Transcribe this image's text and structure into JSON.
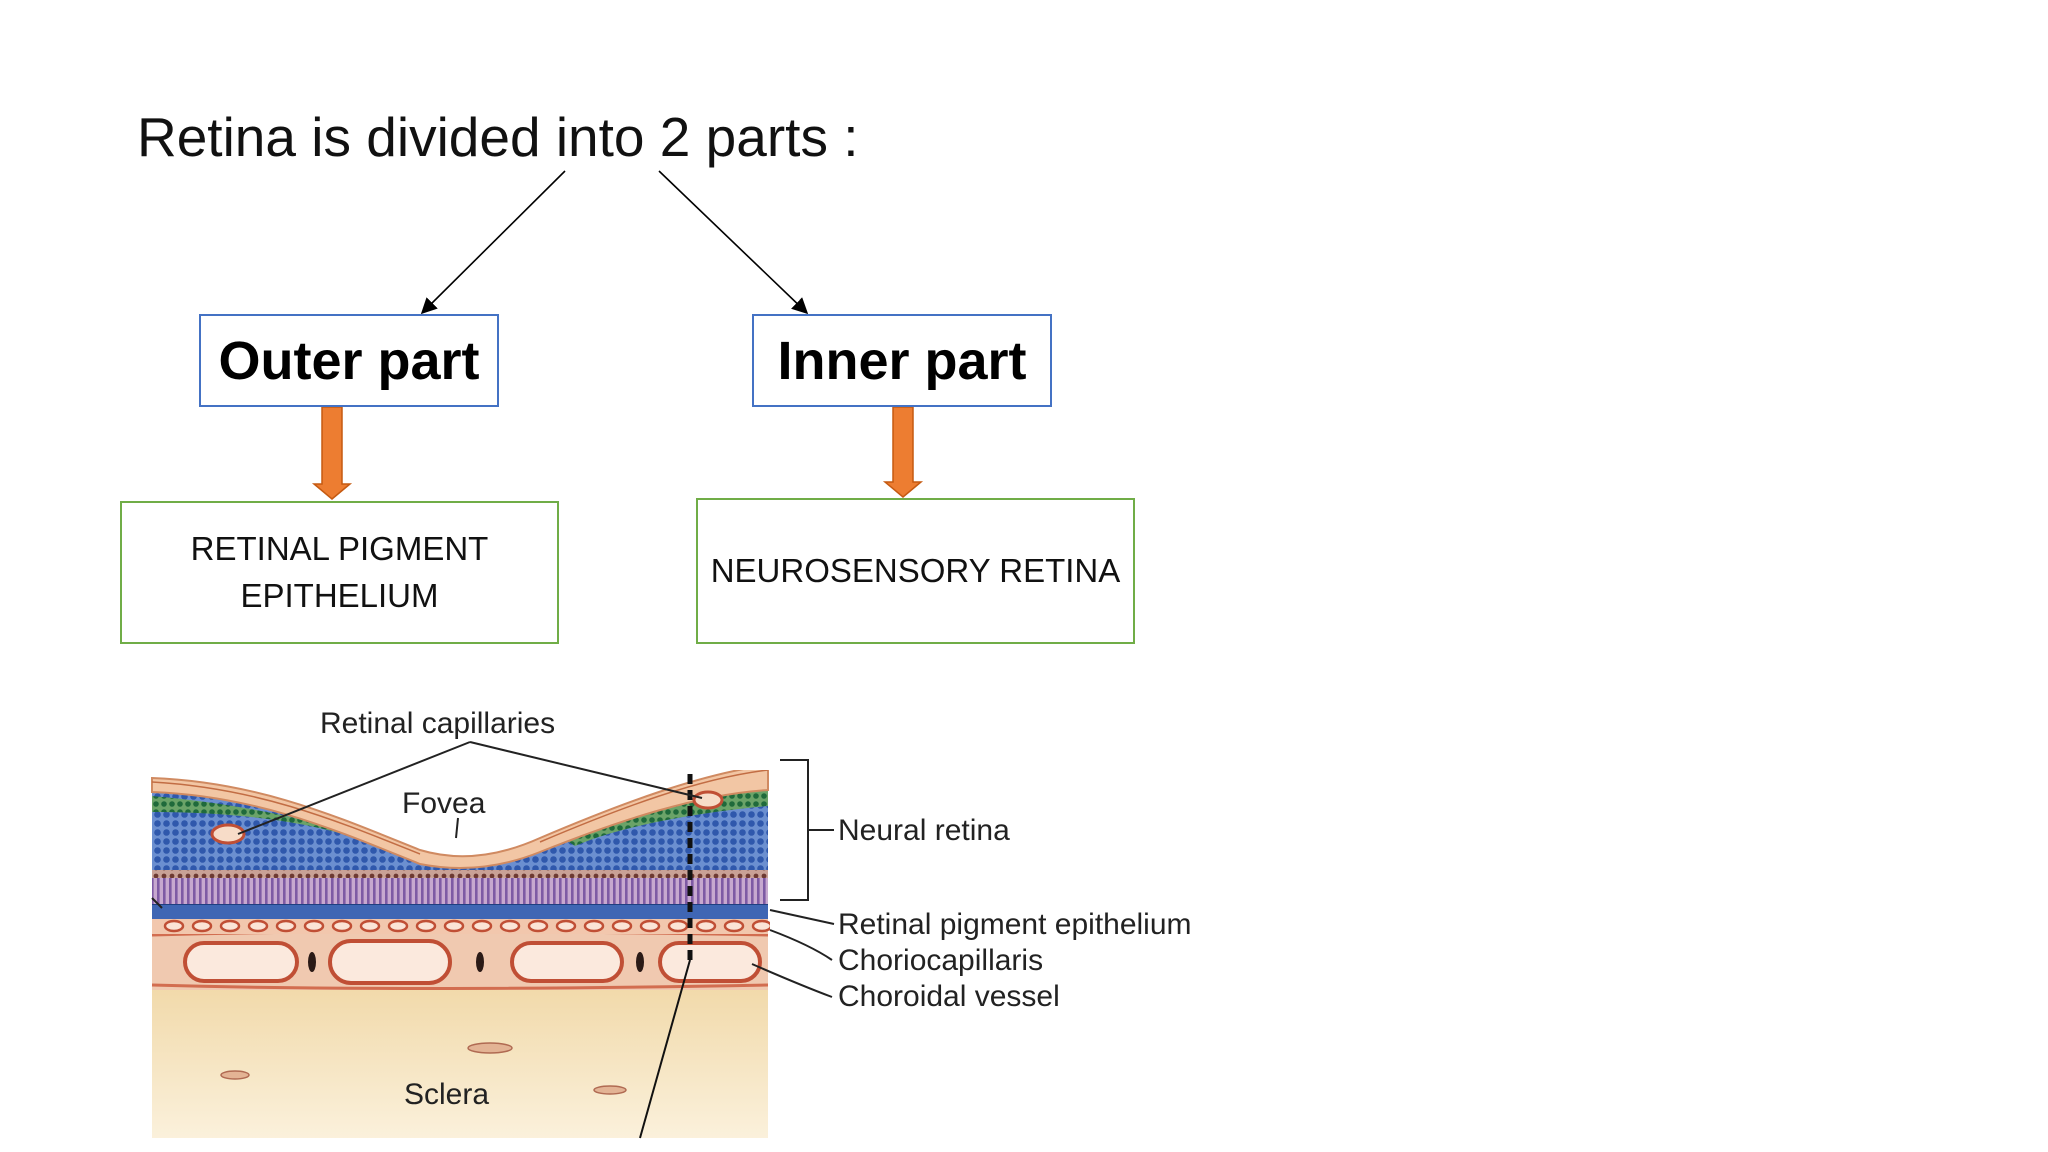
{
  "slide": {
    "title": "Retina is divided into 2 parts :",
    "parts": [
      {
        "label": "Outer part",
        "component": "RETINAL PIGMENT EPITHELIUM"
      },
      {
        "label": "Inner part",
        "component": "NEUROSENSORY RETINA"
      }
    ]
  },
  "figure": {
    "labels": {
      "retinal_capillaries": "Retinal capillaries",
      "fovea": "Fovea",
      "neural_retina": "Neural retina",
      "rpe": "Retinal pigment epithelium",
      "choriocapillaris": "Choriocapillaris",
      "choroidal_vessel": "Choroidal vessel",
      "sclera": "Sclera"
    }
  },
  "colors": {
    "part_border": "#4472c4",
    "component_border": "#70ad47",
    "down_arrow": "#ed7d31",
    "connector": "#000000"
  }
}
